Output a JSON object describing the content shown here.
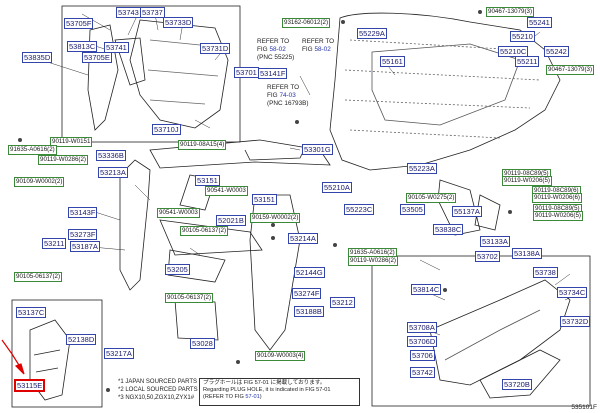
{
  "figure_id": "535101F",
  "refs": [
    {
      "lines": [
        "REFER TO",
        "FIG ",
        "(PNC 55225)"
      ],
      "page": "58-02"
    },
    {
      "lines": [
        "REFER TO",
        "FIG ",
        "(PNC 16793B)"
      ],
      "page": "74-03"
    }
  ],
  "ref_inline": {
    "text": "REFER TO FIG ",
    "page": "58-02",
    "inline_prefix": "REFER TO",
    "inline_fig": "FIG "
  },
  "notes_legend": [
    "*1 JAPAN SOURCED PARTS",
    "*2 LOCAL SOURCED PARTS",
    "*3 NGX10,50,ZGX10,ZYX1#"
  ],
  "note_box": {
    "line1": "プラグホールは FIG 57-01 に掲載しております。",
    "line2": "Regarding PLUG HOLE, it is indicated in FIG 57-01",
    "line3_prefix": "(REFER TO FIG ",
    "line3_page": "57-01",
    "line3_suffix": ")"
  },
  "labels": [
    {
      "code": "53705F",
      "kind": "main"
    },
    {
      "code": "53743",
      "kind": "main"
    },
    {
      "code": "53737",
      "kind": "main"
    },
    {
      "code": "53733D",
      "kind": "main"
    },
    {
      "code": "53835D",
      "kind": "main"
    },
    {
      "code": "53813C",
      "kind": "main"
    },
    {
      "code": "53741",
      "kind": "main"
    },
    {
      "code": "53705E",
      "kind": "main"
    },
    {
      "code": "53731D",
      "kind": "main"
    },
    {
      "code": "53701",
      "kind": "main"
    },
    {
      "code": "53710J",
      "kind": "main"
    },
    {
      "code": "93162-06012",
      "qty": "(2)",
      "kind": "sub"
    },
    {
      "code": "90467-13079",
      "qty": "(3)",
      "kind": "sub"
    },
    {
      "code": "55241",
      "kind": "main"
    },
    {
      "code": "55229A",
      "kind": "main"
    },
    {
      "code": "55210",
      "kind": "main"
    },
    {
      "code": "55210C",
      "kind": "main"
    },
    {
      "code": "55242",
      "kind": "main"
    },
    {
      "code": "90467-13079",
      "qty": "(3)",
      "kind": "sub"
    },
    {
      "code": "53141F",
      "kind": "main"
    },
    {
      "code": "55161",
      "kind": "main"
    },
    {
      "code": "55211",
      "kind": "main"
    },
    {
      "code": "90119-W0151",
      "qty": "",
      "kind": "sub"
    },
    {
      "code": "91635-A0616",
      "qty": "(2)",
      "kind": "sub"
    },
    {
      "code": "90119-W0286",
      "qty": "(2)",
      "kind": "sub"
    },
    {
      "code": "53336B",
      "kind": "main"
    },
    {
      "code": "90119-08A15",
      "qty": "(4)",
      "kind": "sub"
    },
    {
      "code": "53301G",
      "kind": "main"
    },
    {
      "code": "53213A",
      "kind": "main"
    },
    {
      "code": "55223A",
      "kind": "main"
    },
    {
      "code": "90119-08C89",
      "qty": "(5)",
      "kind": "sub"
    },
    {
      "code": "90119-W0206",
      "qty": "(5)",
      "kind": "sub"
    },
    {
      "code": "53151",
      "kind": "main"
    },
    {
      "code": "55210A",
      "kind": "main"
    },
    {
      "code": "90109-W0002",
      "qty": "(2)",
      "kind": "sub"
    },
    {
      "code": "90541-W0003",
      "qty": "",
      "kind": "sub"
    },
    {
      "code": "53151",
      "kind": "main"
    },
    {
      "code": "90119-08C89",
      "qty": "(6)",
      "kind": "sub"
    },
    {
      "code": "90119-W0206",
      "qty": "(6)",
      "kind": "sub"
    },
    {
      "code": "90105-W0275",
      "qty": "(2)",
      "kind": "sub"
    },
    {
      "code": "53143F",
      "kind": "main"
    },
    {
      "code": "90541-W0003",
      "qty": "",
      "kind": "sub"
    },
    {
      "code": "52021B",
      "kind": "main"
    },
    {
      "code": "90159-W0002",
      "qty": "(2)",
      "kind": "sub"
    },
    {
      "code": "55223C",
      "kind": "main"
    },
    {
      "code": "53505",
      "kind": "main"
    },
    {
      "code": "55137A",
      "kind": "main"
    },
    {
      "code": "90119-08C89",
      "qty": "(5)",
      "kind": "sub"
    },
    {
      "code": "90119-W0206",
      "qty": "(5)",
      "kind": "sub"
    },
    {
      "code": "53273F",
      "kind": "main"
    },
    {
      "code": "90105-06137",
      "qty": "(2)",
      "kind": "sub"
    },
    {
      "code": "53214A",
      "kind": "main"
    },
    {
      "code": "53838C",
      "kind": "main"
    },
    {
      "code": "53211",
      "kind": "main"
    },
    {
      "code": "53187A",
      "kind": "main"
    },
    {
      "code": "53133A",
      "kind": "main"
    },
    {
      "code": "91635-A0616",
      "qty": "(2)",
      "kind": "sub"
    },
    {
      "code": "90119-W0286",
      "qty": "(2)",
      "kind": "sub"
    },
    {
      "code": "53702",
      "kind": "main"
    },
    {
      "code": "53138A",
      "kind": "main"
    },
    {
      "code": "53205",
      "kind": "main"
    },
    {
      "code": "52144G",
      "kind": "main"
    },
    {
      "code": "90105-06137",
      "qty": "(2)",
      "kind": "sub"
    },
    {
      "code": "53738",
      "kind": "main"
    },
    {
      "code": "53274F",
      "kind": "main"
    },
    {
      "code": "53814C",
      "kind": "main"
    },
    {
      "code": "53734C",
      "kind": "main"
    },
    {
      "code": "90105-06137",
      "qty": "(2)",
      "kind": "sub"
    },
    {
      "code": "53212",
      "kind": "main"
    },
    {
      "code": "53137C",
      "kind": "main"
    },
    {
      "code": "53188B",
      "kind": "main"
    },
    {
      "code": "53732D",
      "kind": "main"
    },
    {
      "code": "53708A",
      "kind": "main"
    },
    {
      "code": "52138D",
      "kind": "main"
    },
    {
      "code": "53028",
      "kind": "main"
    },
    {
      "code": "53706D",
      "kind": "main"
    },
    {
      "code": "53217A",
      "kind": "main"
    },
    {
      "code": "90109-W0003",
      "qty": "(4)",
      "kind": "sub"
    },
    {
      "code": "53706",
      "kind": "main"
    },
    {
      "code": "53742",
      "kind": "main"
    },
    {
      "code": "53115E",
      "kind": "main",
      "highlight": true
    },
    {
      "code": "53720B",
      "kind": "main"
    }
  ],
  "colors": {
    "main_border": "#3344aa",
    "sub_border": "#3a8a3a",
    "highlight": "#e00000",
    "page_ref": "#2233aa"
  }
}
